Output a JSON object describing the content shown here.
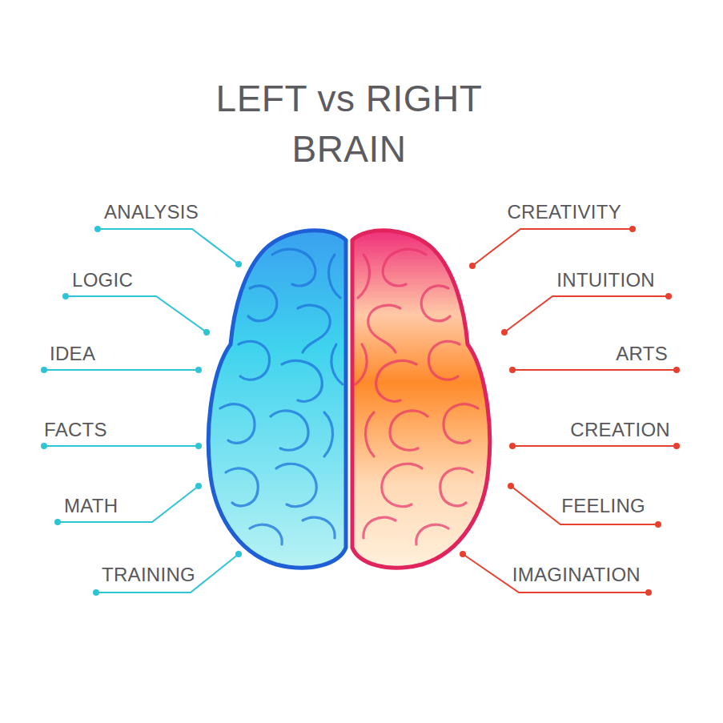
{
  "diagram": {
    "title": "LEFT vs RIGHT BRAIN",
    "labels": [
      "ANALYSIS",
      "LOGIC",
      "IDEA",
      "FACTS",
      "MATH",
      "TRAINING",
      "CREATIVITY",
      "INTUITION",
      "ARTS",
      "CREATION",
      "FEELING",
      "IMAGINATION"
    ]
  }
}
